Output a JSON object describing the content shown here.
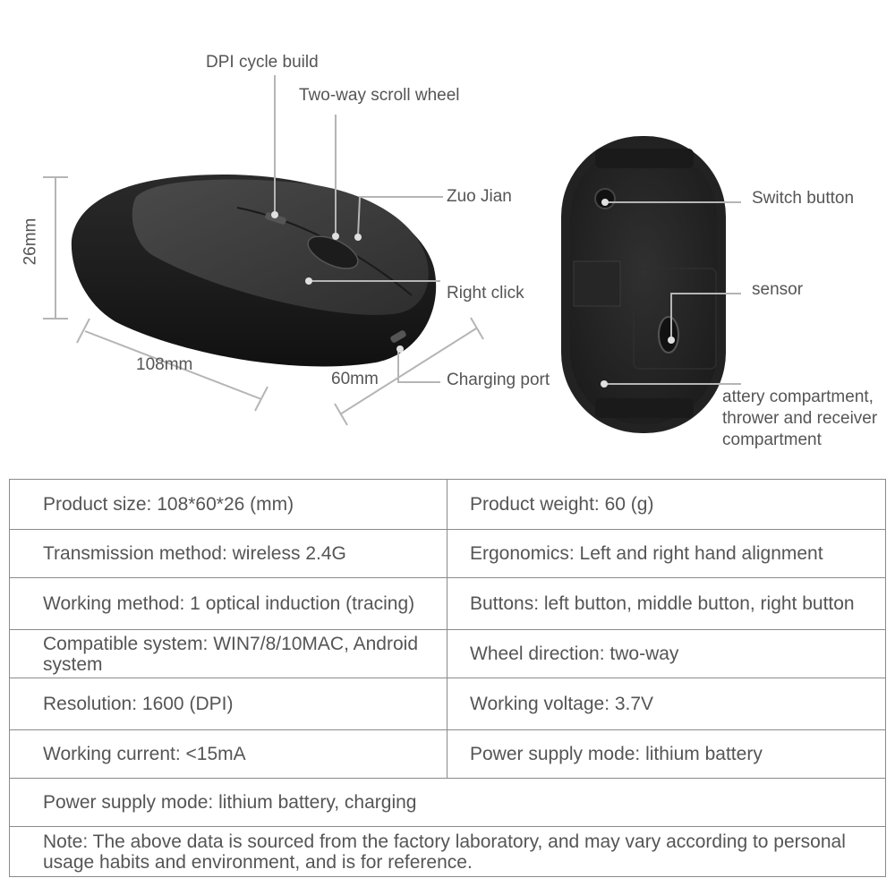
{
  "labels": {
    "dpi": "DPI cycle build",
    "scroll": "Two-way scroll wheel",
    "zuo_jian": "Zuo Jian",
    "right_click": "Right click",
    "charging_port": "Charging port",
    "height": "26mm",
    "length": "108mm",
    "width": "60mm",
    "switch_button": "Switch button",
    "sensor": "sensor",
    "battery_compartment": "attery compartment, thrower and receiver compartment"
  },
  "specs": {
    "rows": [
      {
        "left": "Product size: 108*60*26 (mm)",
        "right": "Product weight: 60 (g)"
      },
      {
        "left": "Transmission method: wireless 2.4G",
        "right": "Ergonomics: Left and right hand alignment"
      },
      {
        "left": "Working method: 1 optical induction (tracing)",
        "right": "Buttons: left button, middle button, right button"
      },
      {
        "left": "Compatible system: WIN7/8/10MAC, Android system",
        "right": "Wheel direction: two-way"
      },
      {
        "left": "Resolution: 1600 (DPI)",
        "right": "Working voltage: 3.7V"
      },
      {
        "left": "Working current: <15mA",
        "right": "Power supply mode: lithium battery"
      }
    ],
    "full_row": "Power supply mode: lithium battery, charging",
    "note": "Note: The above data is sourced from the factory laboratory, and may vary according to personal usage habits and environment, and is for reference."
  },
  "colors": {
    "mouse_body": "#2b2b2b",
    "mouse_top": "#3a3a3a",
    "leader_line": "#b5b5b5",
    "text": "#555555",
    "table_border": "#8a8a8a"
  }
}
